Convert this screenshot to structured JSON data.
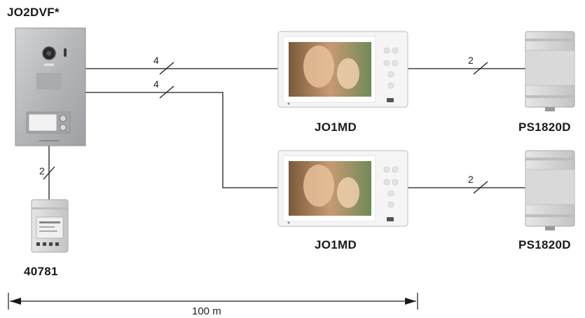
{
  "labels": {
    "door_station": "JO2DVF*",
    "monitor_top": "JO1MD",
    "monitor_bottom": "JO1MD",
    "psu_top": "PS1820D",
    "psu_bottom": "PS1820D",
    "psu_door": "40781"
  },
  "wires": {
    "door_to_monitor_top": "4",
    "door_to_monitor_bottom": "4",
    "monitor_top_to_psu": "2",
    "monitor_bottom_to_psu": "2",
    "door_to_psu": "2"
  },
  "distance": "100 m",
  "colors": {
    "line": "#1a1a1a",
    "panel": "#b9bbbd",
    "monitor_frame": "#f4f4f4",
    "psu_body": "#dcdcdc"
  }
}
